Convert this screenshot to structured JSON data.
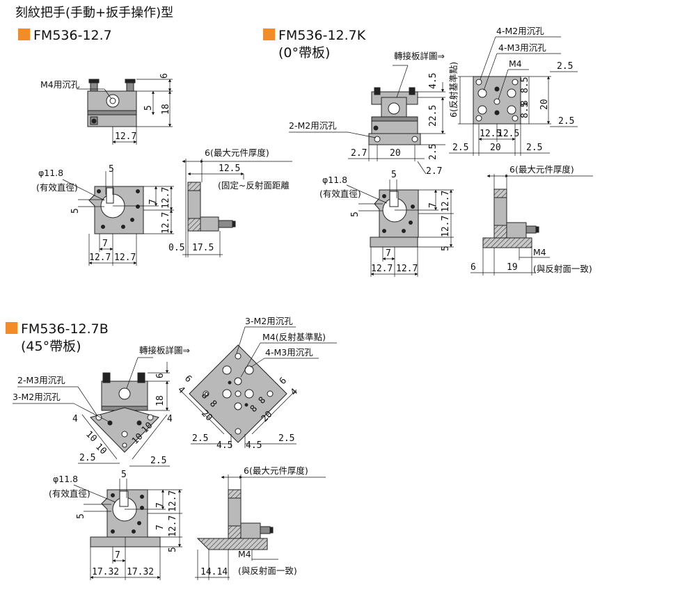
{
  "page_title": "刻紋把手(手動+扳手操作)型",
  "accent_color": "#f28c28",
  "models": [
    {
      "name": "FM536-12.7",
      "sub": ""
    },
    {
      "name": "FM536-12.7K",
      "sub": "(0°帶板)"
    },
    {
      "name": "FM536-12.7B",
      "sub": "(45°帶板)"
    }
  ],
  "labels": {
    "m4_cbore": "M4用沉孔",
    "phi": "φ11.8",
    "eff_dia": "(有效直徑)",
    "max_thk": "6(最大元件厚度)",
    "fix_dist": "(固定~反射面距離",
    "plate_ref": "轉接板詳圖⇒",
    "m2_2": "2-M2用沉孔",
    "m2_4": "4-M2用沉孔",
    "m3_4": "4-M3用沉孔",
    "m4": "M4",
    "ref_pt_v": "6(反射基準點)",
    "same_face": "(與反射面一致)",
    "m2_3": "3-M2用沉孔",
    "m4_ref": "M4(反射基準點)",
    "m3_2": "2-M3用沉孔",
    "m2_3b": "3-M2用沉孔"
  },
  "dims_a": {
    "d6": "6",
    "d5": "5",
    "d18": "18",
    "d127": "12.7",
    "d127b": "12.7",
    "d127c": "12.7",
    "d127d": "12.7",
    "d127e": "12.7",
    "d5b": "5",
    "d5c": "5",
    "d7": "7",
    "d7b": "7",
    "d125": "12.5",
    "d05": "0.5",
    "d175": "17.5"
  },
  "dims_k": {
    "d45": "4.5",
    "d6": "6",
    "d225": "22.5",
    "d25": "2.5",
    "d27": "2.7",
    "d20": "20",
    "d27b": "2.7",
    "d25t": "2.5",
    "d85a": "8.5",
    "d8": "8",
    "d85b": "8.5",
    "d20v": "20",
    "d25r": "2.5",
    "d125a": "12.5",
    "d125b": "12.5",
    "d25l": "2.5",
    "d20h": "20",
    "d25rr": "2.5",
    "d5": "5",
    "d5b": "5",
    "d7": "7",
    "d127": "12.7",
    "d127b": "12.7",
    "d5c": "5",
    "d127c": "12.7",
    "d7b": "7",
    "d127d": "12.7",
    "d127e": "12.7",
    "d6b": "6",
    "d19": "19"
  },
  "dims_b": {
    "d6": "6",
    "d18": "18",
    "l4": "4",
    "l10a": "10",
    "l10b": "10",
    "l25": "2.5",
    "r10a": "10",
    "r10b": "10",
    "r4": "4",
    "r25": "2.5",
    "t6a": "6",
    "t4a": "4",
    "t8a": "8",
    "t8b": "8",
    "t20a": "20",
    "t6b": "6",
    "t4b": "4",
    "t8c": "8",
    "t8d": "8",
    "t20b": "20",
    "t25a": "2.5",
    "t45a": "4.5",
    "t45b": "4.5",
    "t25b": "2.5",
    "f5": "5",
    "f5b": "5",
    "f7": "7",
    "f127": "12.7",
    "f7b": "7",
    "f127b": "12.7",
    "f5c": "5",
    "f1732a": "17.32",
    "f1732b": "17.32",
    "s1414": "14.14"
  }
}
